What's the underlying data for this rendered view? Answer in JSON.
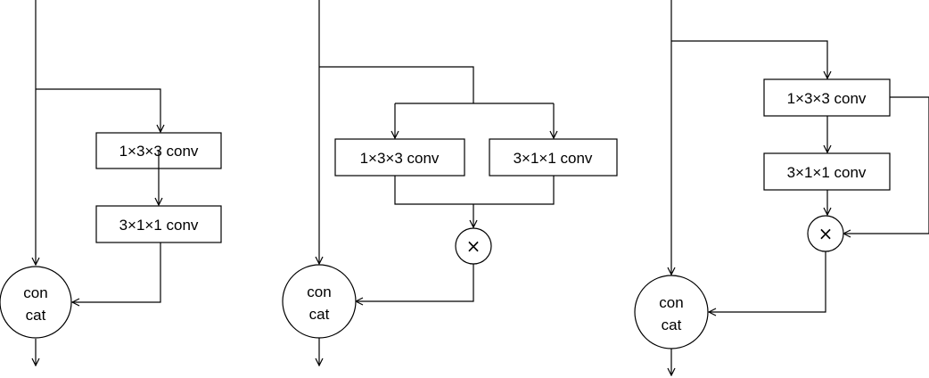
{
  "diagrams": [
    {
      "boxes": [
        "1×3×3 conv",
        "3×1×1 conv"
      ],
      "concat": {
        "line1": "con",
        "line2": "cat"
      }
    },
    {
      "boxes": [
        "1×3×3 conv",
        "3×1×1 conv"
      ],
      "multiply": "×",
      "concat": {
        "line1": "con",
        "line2": "cat"
      }
    },
    {
      "boxes": [
        "1×3×3 conv",
        "3×1×1 conv"
      ],
      "multiply": "×",
      "concat": {
        "line1": "con",
        "line2": "cat"
      }
    }
  ],
  "colors": {
    "stroke": "#000000",
    "background": "#ffffff"
  }
}
